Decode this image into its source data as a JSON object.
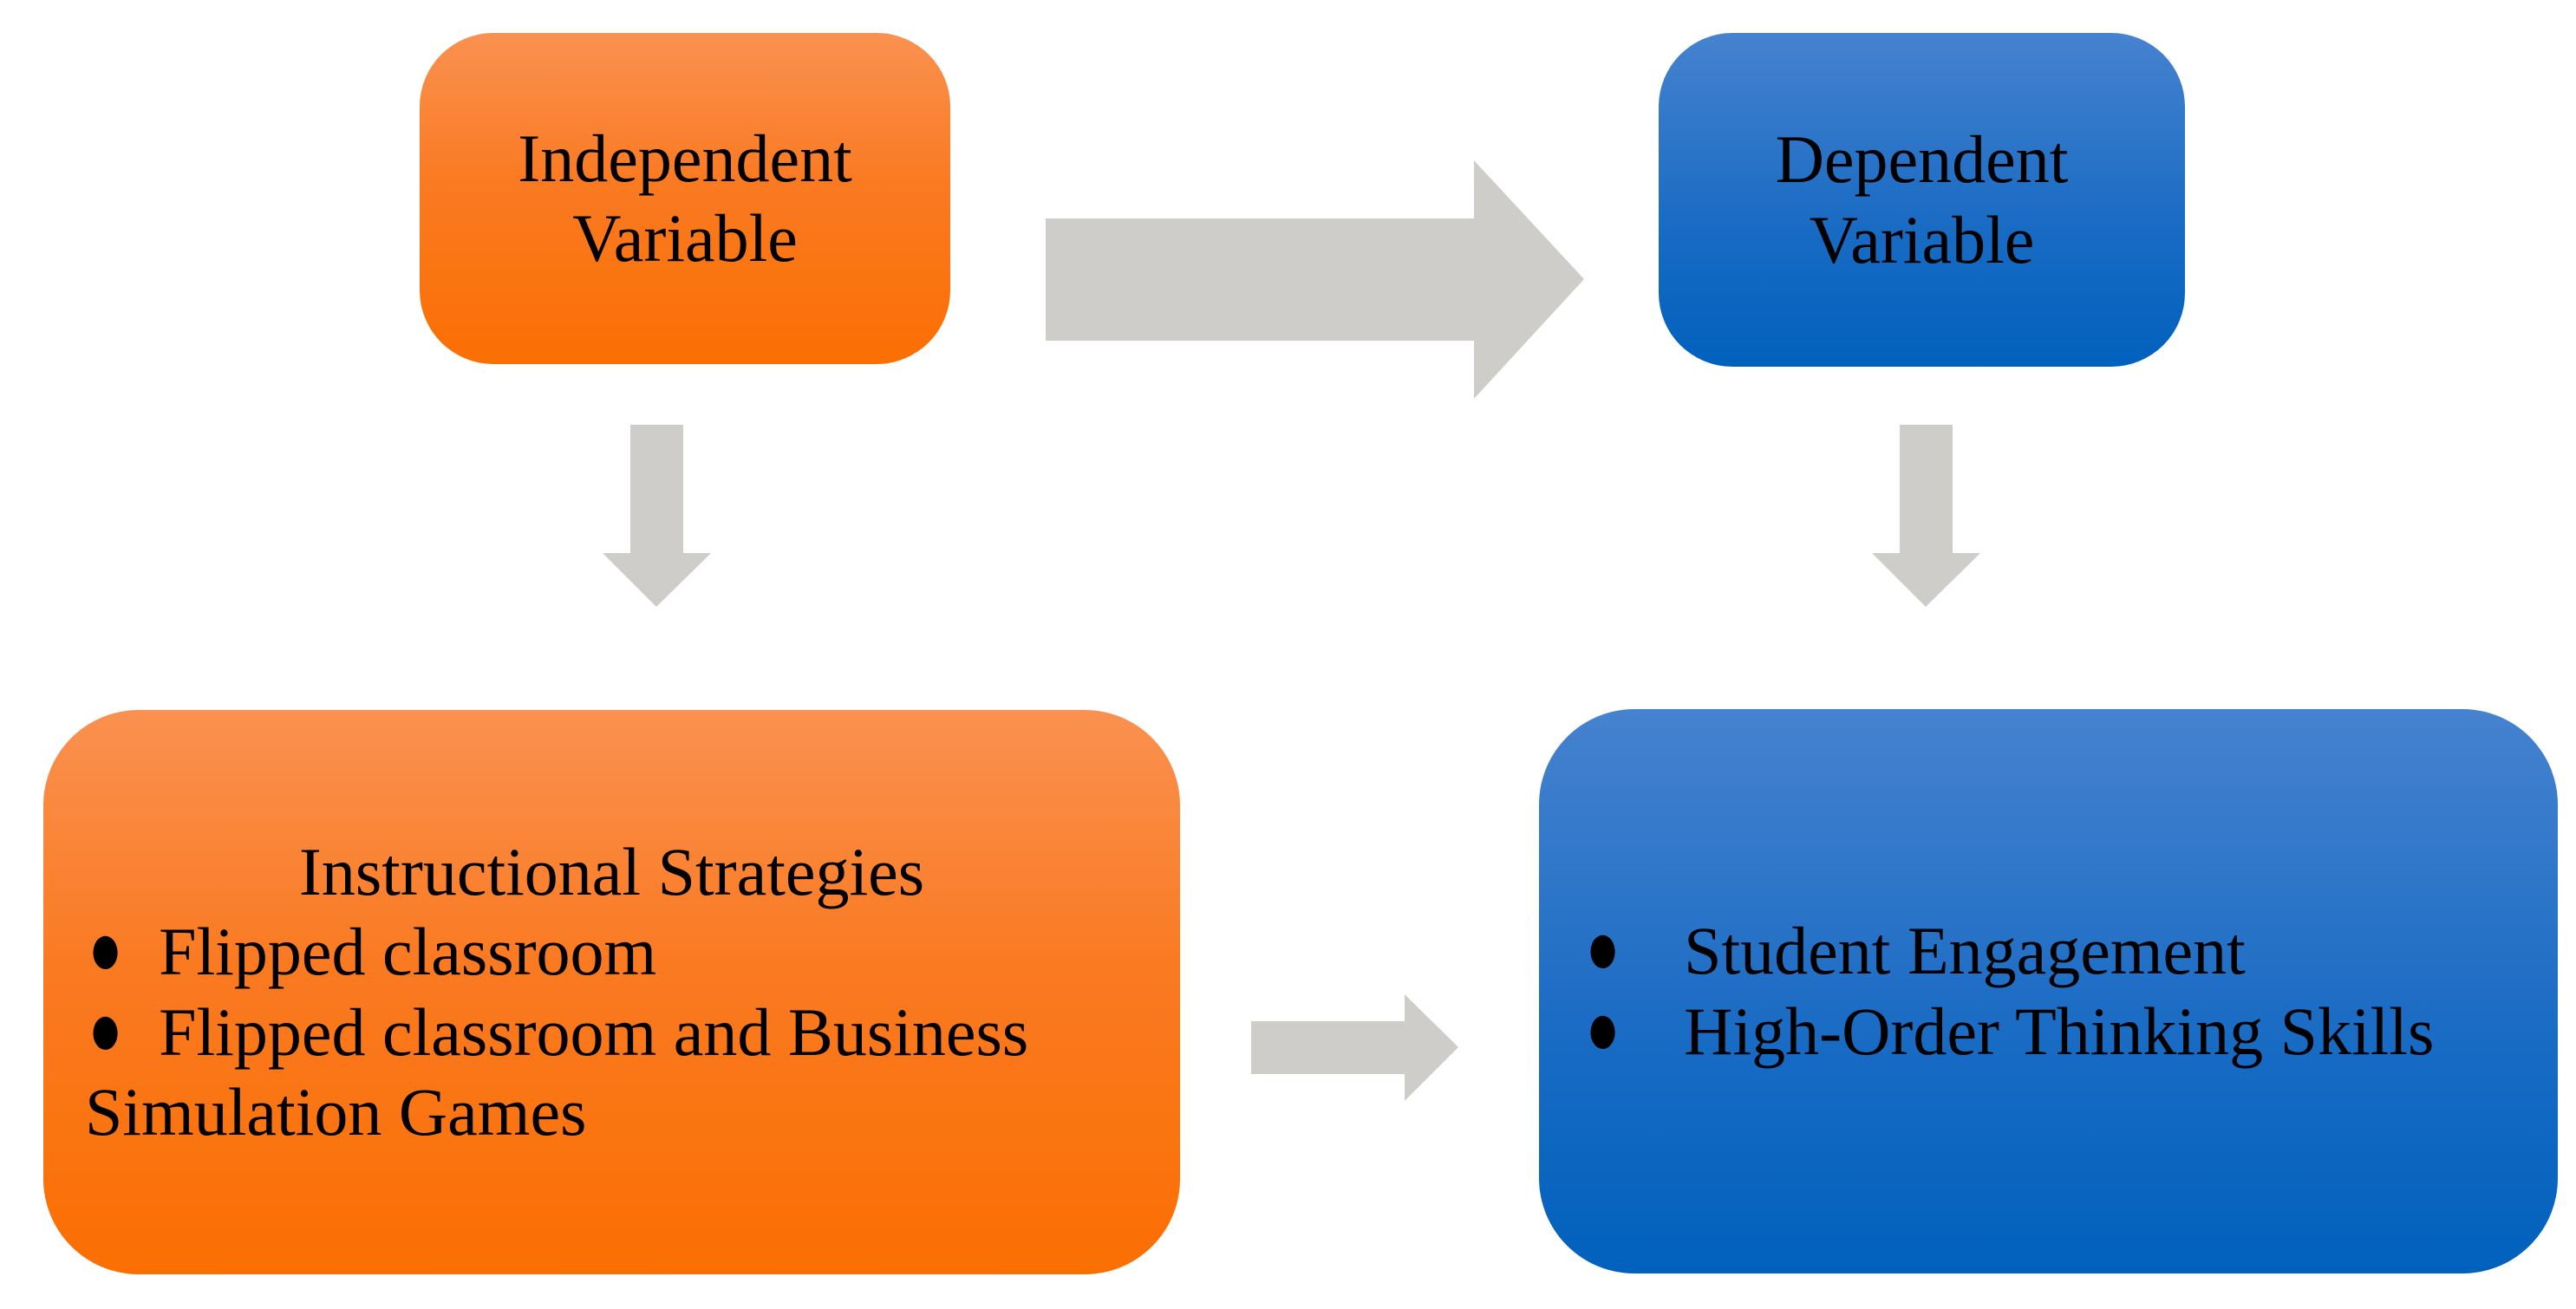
{
  "bullet_char": "●",
  "colors": {
    "orange_gradient_top": "#FA9150",
    "orange_gradient_bottom": "#FB6F02",
    "blue_gradient_top": "#4682CF",
    "blue_gradient_bottom": "#0061BD",
    "arrow_gray": "#CECDCA",
    "text": "#000000",
    "background": "#FFFFFF"
  },
  "nodes": {
    "independent_variable": {
      "label": "Independent\nVariable"
    },
    "dependent_variable": {
      "label": "Dependent\nVariable"
    },
    "instructional_strategies": {
      "title": "Instructional Strategies",
      "bullets": [
        "Flipped classroom",
        "Flipped classroom and Business\nSimulation Games"
      ]
    },
    "outcomes": {
      "bullets": [
        "Student Engagement",
        "High-Order Thinking Skills"
      ]
    }
  },
  "arrows": {
    "independent_to_dependent": "Independent Variable to Dependent Variable",
    "independent_to_strategies": "Independent Variable to Instructional Strategies",
    "dependent_to_outcomes": "Dependent Variable to Outcomes",
    "strategies_to_outcomes": "Instructional Strategies to Outcomes"
  }
}
